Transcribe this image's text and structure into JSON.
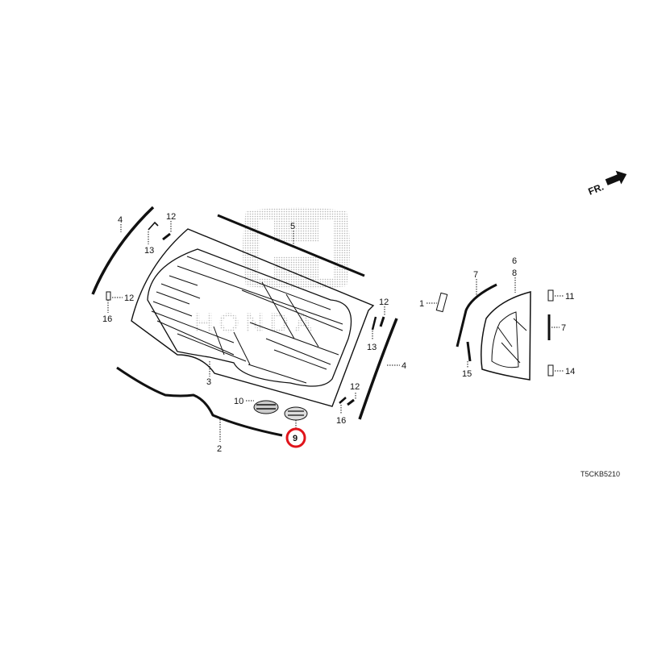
{
  "diagram": {
    "code": "T5CKB5210",
    "front_indicator": "FR.",
    "watermark": "HONDA",
    "highlighted_part": "9",
    "highlight_color": "#e0141b",
    "callouts": {
      "c4a": "4",
      "c12a": "12",
      "c13a": "13",
      "c12b": "12",
      "c16a": "16",
      "c5": "5",
      "c3": "3",
      "c2": "2",
      "c10": "10",
      "c9": "9",
      "c12c": "12",
      "c13b": "13",
      "c4b": "4",
      "c12d": "12",
      "c16b": "16",
      "c1": "1",
      "c7a": "7",
      "c6": "6",
      "c8": "8",
      "c11": "11",
      "c7b": "7",
      "c14": "14",
      "c15": "15"
    }
  }
}
